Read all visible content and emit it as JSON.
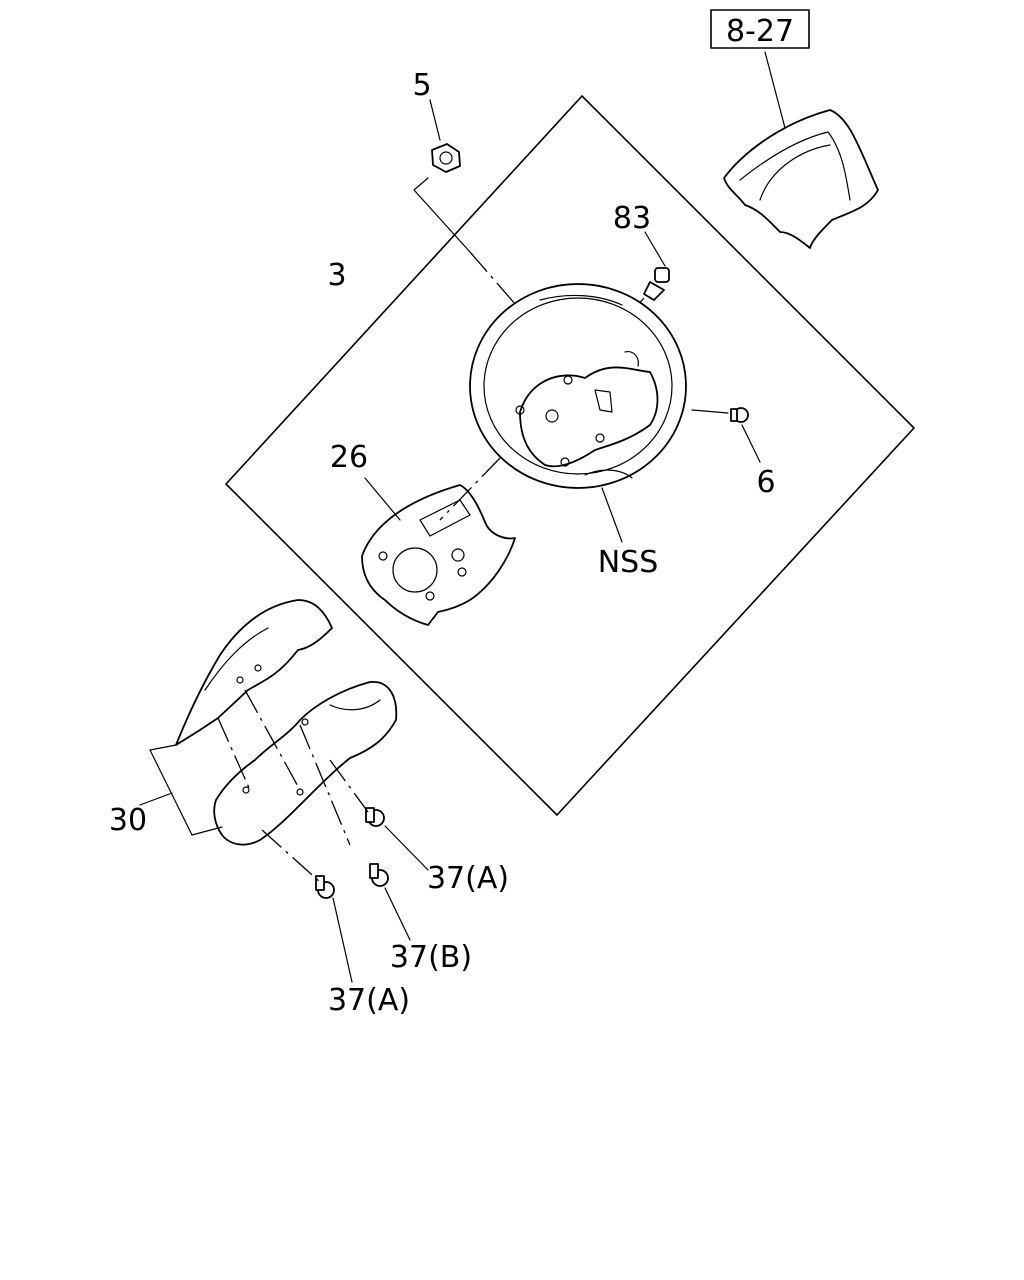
{
  "callouts": {
    "ref_box": "8-27",
    "c5": "5",
    "c83": "83",
    "c3": "3",
    "c6": "6",
    "c26": "26",
    "cnss": "NSS",
    "c30": "30",
    "c37a_upper": "37(A)",
    "c37b": "37(B)",
    "c37a_lower": "37(A)"
  },
  "colors": {
    "ink": "#000000",
    "paper": "#ffffff"
  }
}
